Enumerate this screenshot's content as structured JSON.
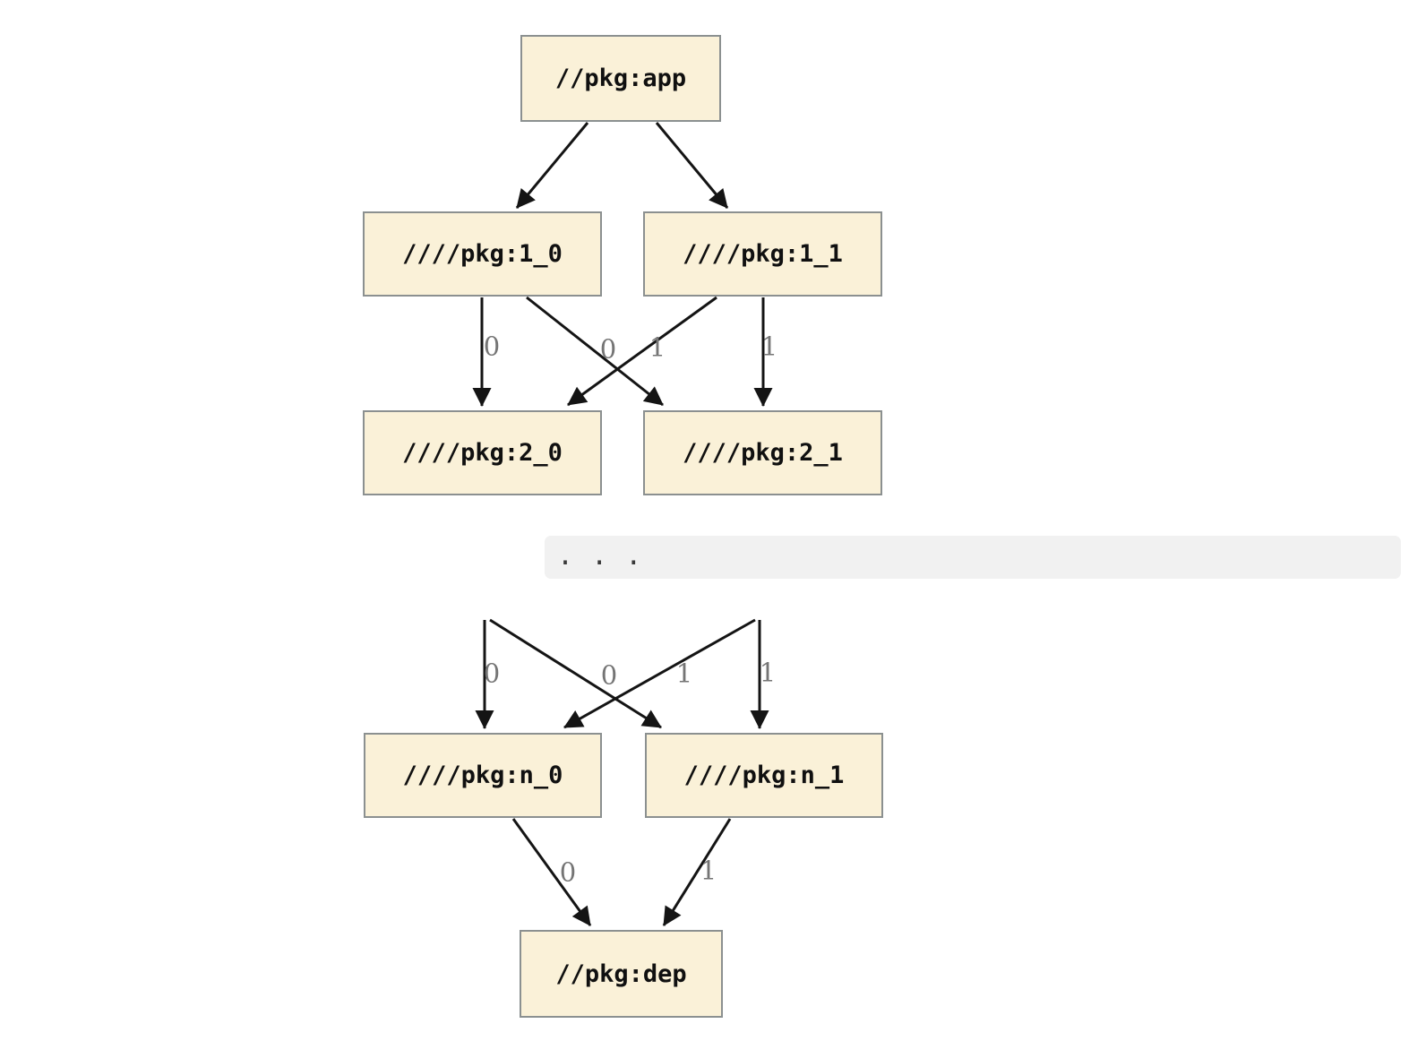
{
  "diagram": {
    "type": "dependency-graph",
    "separator": ". . .",
    "colors": {
      "node_fill": "#FAF1D8",
      "node_border": "#8B9090",
      "edge_stroke": "#141414",
      "edge_label": "#757575",
      "band_background": "#F1F1F1",
      "background": "#FFFFFF"
    },
    "nodes": [
      {
        "id": "app",
        "label": "//pkg:app"
      },
      {
        "id": "1_0",
        "label": "////pkg:1_0"
      },
      {
        "id": "1_1",
        "label": "////pkg:1_1"
      },
      {
        "id": "2_0",
        "label": "////pkg:2_0"
      },
      {
        "id": "2_1",
        "label": "////pkg:2_1"
      },
      {
        "id": "n_0",
        "label": "////pkg:n_0"
      },
      {
        "id": "n_1",
        "label": "////pkg:n_1"
      },
      {
        "id": "dep",
        "label": "//pkg:dep"
      }
    ],
    "edges": [
      {
        "from": "//pkg:app",
        "to": "////pkg:1_0",
        "label": ""
      },
      {
        "from": "//pkg:app",
        "to": "////pkg:1_1",
        "label": ""
      },
      {
        "from": "////pkg:1_0",
        "to": "////pkg:2_0",
        "label": "0"
      },
      {
        "from": "////pkg:1_0",
        "to": "////pkg:2_1",
        "label": "0"
      },
      {
        "from": "////pkg:1_1",
        "to": "////pkg:2_0",
        "label": "1"
      },
      {
        "from": "////pkg:1_1",
        "to": "////pkg:2_1",
        "label": "1"
      },
      {
        "from": "…",
        "to": "////pkg:n_0",
        "label": "0"
      },
      {
        "from": "…",
        "to": "////pkg:n_1",
        "label": "0"
      },
      {
        "from": "…",
        "to": "////pkg:n_0",
        "label": "1"
      },
      {
        "from": "…",
        "to": "////pkg:n_1",
        "label": "1"
      },
      {
        "from": "////pkg:n_0",
        "to": "//pkg:dep",
        "label": "0"
      },
      {
        "from": "////pkg:n_1",
        "to": "//pkg:dep",
        "label": "1"
      }
    ]
  }
}
